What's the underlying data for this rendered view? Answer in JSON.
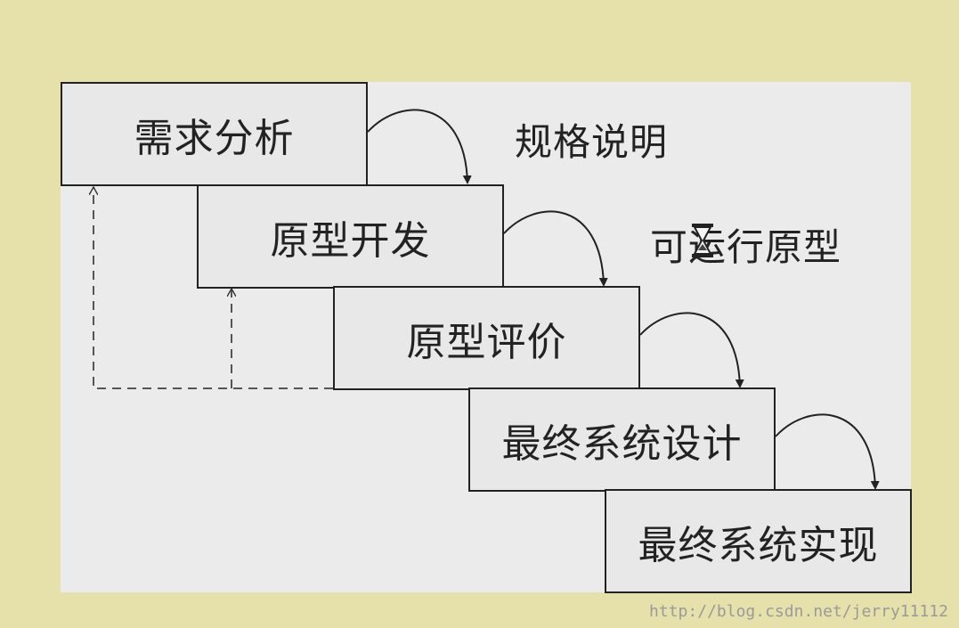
{
  "steps": [
    {
      "label": "需求分析"
    },
    {
      "label": "原型开发"
    },
    {
      "label": "原型评价"
    },
    {
      "label": "最终系统设计"
    },
    {
      "label": "最终系统实现"
    }
  ],
  "annotations": {
    "spec": "规格说明",
    "runnable_prototype": "可运行原型"
  },
  "watermark": "http://blog.csdn.net/jerry11112",
  "colors": {
    "page_background": "#e6e1aa",
    "diagram_background": "#ebebeb",
    "box_fill": "#e8e8e8",
    "stroke": "#222222"
  }
}
